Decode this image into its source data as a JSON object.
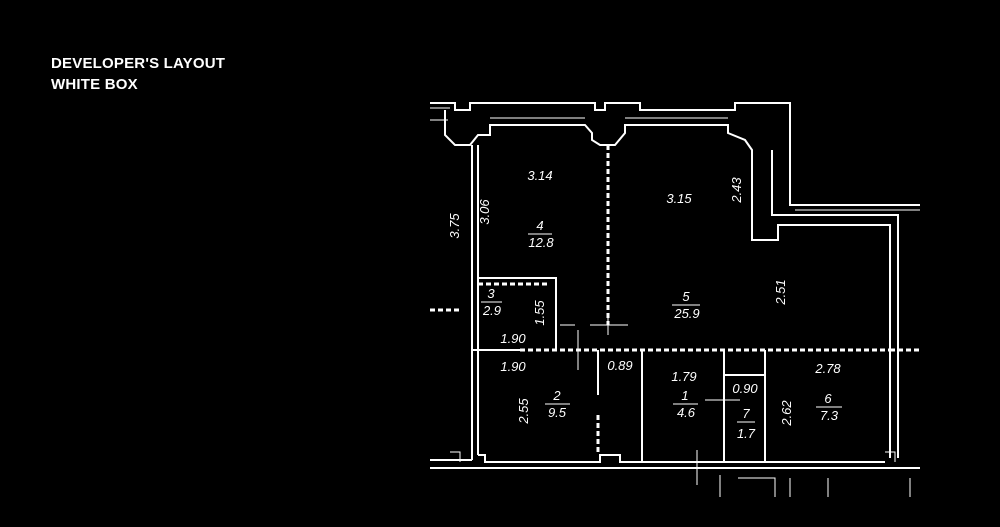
{
  "header": {
    "line1": "DEVELOPER'S LAYOUT",
    "line2": "WHITE BOX"
  },
  "plan": {
    "rooms": [
      {
        "num": "1",
        "area": "4.6"
      },
      {
        "num": "2",
        "area": "9.5"
      },
      {
        "num": "3",
        "area": "2.9"
      },
      {
        "num": "4",
        "area": "12.8"
      },
      {
        "num": "5",
        "area": "25.9"
      },
      {
        "num": "6",
        "area": "7.3"
      },
      {
        "num": "7",
        "area": "1.7"
      }
    ],
    "dimensions": [
      "3.14",
      "3.06",
      "3.75",
      "3.15",
      "2.43",
      "2.51",
      "1.55",
      "1.90",
      "1.90",
      "0.89",
      "2.55",
      "1.79",
      "0.90",
      "2.78",
      "2.62"
    ]
  }
}
